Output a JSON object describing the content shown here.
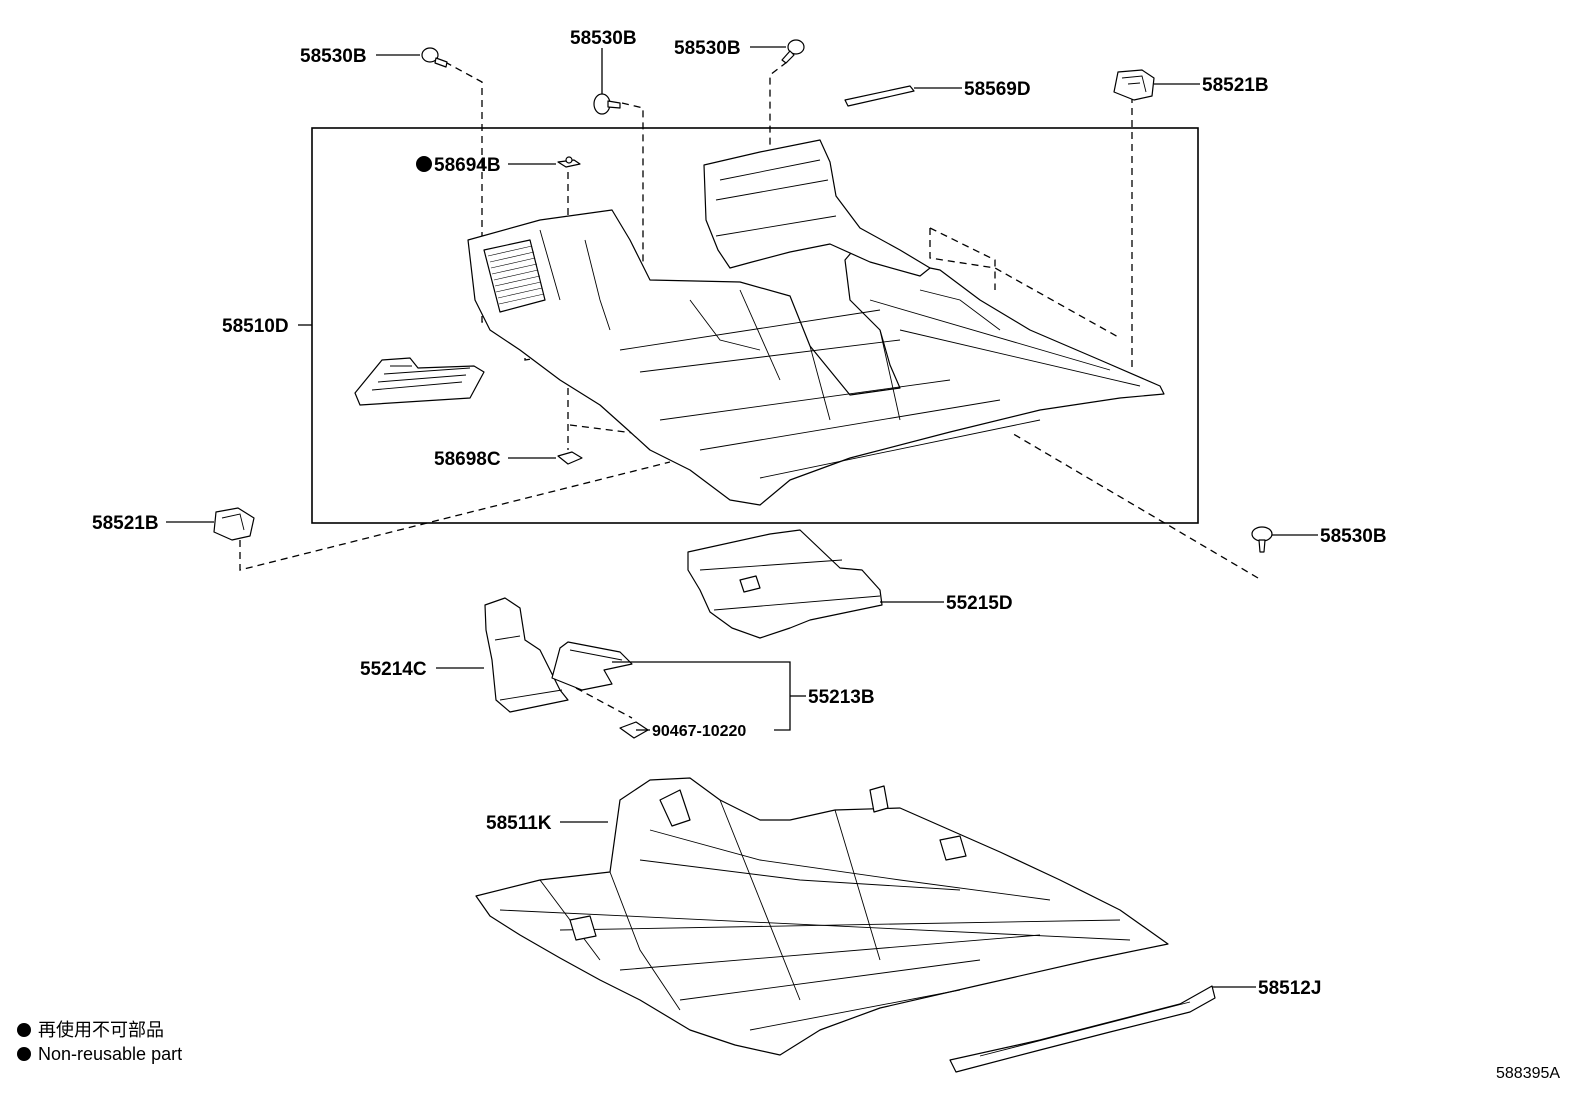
{
  "callouts": {
    "clip_top_left": "58530B",
    "clip_top_mid": "58530B",
    "clip_top_right": "58530B",
    "plate_top": "58569D",
    "retainer_top_right": "58521B",
    "grommet_top": "58694B",
    "carpet_front": "58510D",
    "grommet_bottom": "58698C",
    "retainer_left": "58521B",
    "clip_right": "58530B",
    "silencer_floor": "55215D",
    "pad_left": "55214C",
    "pad_assy": "55213B",
    "clip_pad": "90467-10220",
    "carpet_rear": "58511K",
    "pad_sill": "58512J"
  },
  "legend": {
    "japanese": "再使用不可部品",
    "english": "Non-reusable part"
  },
  "illustration_id": "588395A"
}
